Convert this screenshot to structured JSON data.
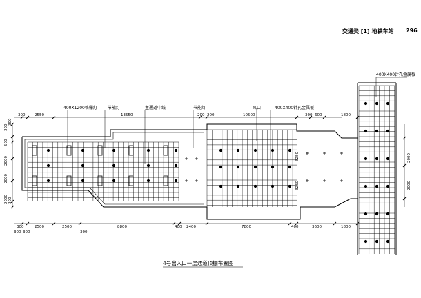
{
  "header": {
    "title": "交通类 [1] 地铁车站",
    "page_no": "296"
  },
  "caption": "4号出入口一层通道顶棚布置图",
  "callouts": [
    "400X1200格栅灯",
    "节能灯",
    "主通道中线",
    "节能灯",
    "风口",
    "400X400针孔金属板",
    "400X400针孔金属板"
  ],
  "dims_top": [
    "300",
    "2550",
    "13550",
    "200",
    "200",
    "10500",
    "300",
    "600",
    "1800"
  ],
  "dims_bottom": [
    "300",
    "2500",
    "2500",
    "8800",
    "400",
    "2400",
    "7800",
    "400",
    "3600",
    "1800"
  ],
  "dims_bottom_sub": [
    "300",
    "300",
    "300"
  ],
  "dims_left": [
    "300",
    "500",
    "2000",
    "2000",
    "2000",
    "300",
    "300"
  ],
  "dims_right": [
    "2000",
    "2000"
  ],
  "dims_mid": [
    "3250",
    "3250"
  ]
}
